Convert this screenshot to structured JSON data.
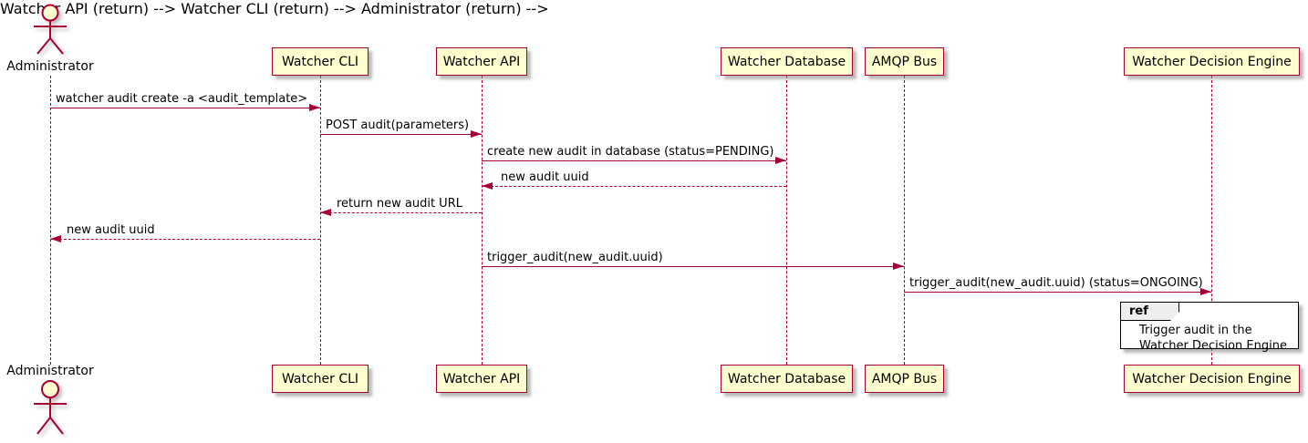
{
  "diagram": {
    "type": "sequence-diagram",
    "colors": {
      "participant_fill": "#FEFECE",
      "participant_border": "#A80036",
      "lifeline": "#A80036",
      "arrow": "#A80036",
      "text": "#000000",
      "ref_border": "#000000",
      "ref_header_fill": "#EEEEEE",
      "background": "#FFFFFF"
    },
    "actor": {
      "name": "Administrator"
    },
    "participants": [
      {
        "name": "Watcher CLI"
      },
      {
        "name": "Watcher API"
      },
      {
        "name": "Watcher Database"
      },
      {
        "name": "AMQP Bus"
      },
      {
        "name": "Watcher Decision Engine"
      }
    ],
    "messages": [
      {
        "from": "Administrator",
        "to": "Watcher CLI",
        "label": "watcher audit create -a <audit_template>",
        "style": "solid"
      },
      {
        "from": "Watcher CLI",
        "to": "Watcher API",
        "label": "POST audit(parameters)",
        "style": "solid"
      },
      {
        "from": "Watcher API",
        "to": "Watcher Database",
        "label": "create new audit in database (status=PENDING)",
        "style": "solid"
      },
      {
        "from": "Watcher Database",
        "to": "Watcher API",
        "label": "new audit uuid",
        "style": "dashed"
      },
      {
        "from": "Watcher API",
        "to": "Watcher CLI",
        "label": "return new audit URL",
        "style": "dashed"
      },
      {
        "from": "Watcher CLI",
        "to": "Administrator",
        "label": "new audit uuid",
        "style": "dashed"
      },
      {
        "from": "Watcher API",
        "to": "AMQP Bus",
        "label": "trigger_audit(new_audit.uuid)",
        "style": "solid"
      },
      {
        "from": "AMQP Bus",
        "to": "Watcher Decision Engine",
        "label": "trigger_audit(new_audit.uuid) (status=ONGOING)",
        "style": "solid"
      }
    ],
    "ref": {
      "keyword": "ref",
      "lines": {
        "0": "Trigger audit in the",
        "1": "Watcher Decision Engine"
      }
    }
  }
}
